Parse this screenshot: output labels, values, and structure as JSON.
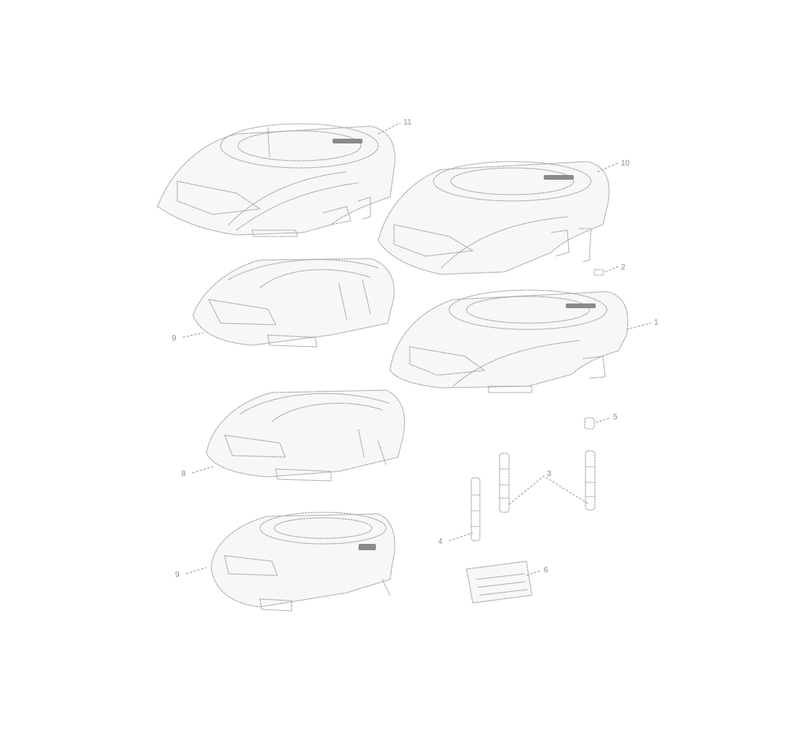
{
  "callouts": [
    {
      "id": "c11",
      "label": "11"
    },
    {
      "id": "c10",
      "label": "10"
    },
    {
      "id": "c2",
      "label": "2"
    },
    {
      "id": "c1",
      "label": "1"
    },
    {
      "id": "c9a",
      "label": "9"
    },
    {
      "id": "c8a",
      "label": "8"
    },
    {
      "id": "c9b",
      "label": "9"
    },
    {
      "id": "c5",
      "label": "5"
    },
    {
      "id": "c3",
      "label": "3"
    },
    {
      "id": "c4",
      "label": "4"
    },
    {
      "id": "c6",
      "label": "6"
    }
  ]
}
